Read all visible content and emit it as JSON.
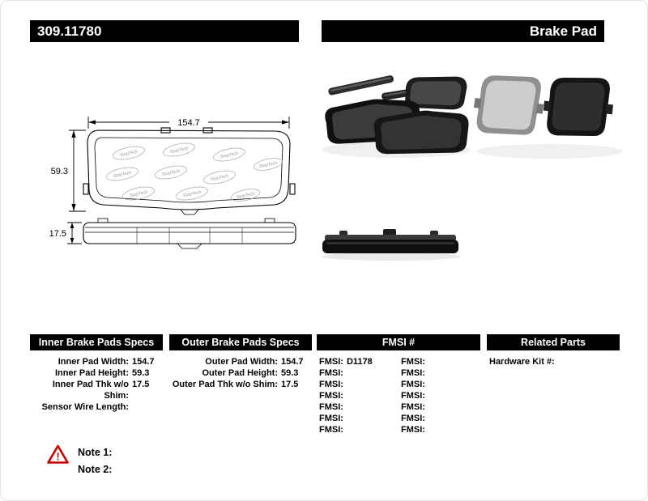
{
  "header": {
    "part_number": "309.11780",
    "product_name": "Brake Pad"
  },
  "diagram": {
    "width": "154.7",
    "height": "59.3",
    "thickness": "17.5",
    "watermark": "StopTech"
  },
  "tables": {
    "inner": {
      "title": "Inner Brake Pads Specs",
      "rows": [
        {
          "label": "Inner Pad Width:",
          "value": "154.7"
        },
        {
          "label": "Inner Pad Height:",
          "value": "59.3"
        },
        {
          "label": "Inner Pad Thk w/o Shim:",
          "value": "17.5"
        },
        {
          "label": "Sensor Wire Length:",
          "value": ""
        }
      ]
    },
    "outer": {
      "title": "Outer Brake Pads Specs",
      "rows": [
        {
          "label": "Outer Pad Width:",
          "value": "154.7"
        },
        {
          "label": "Outer Pad Height:",
          "value": "59.3"
        },
        {
          "label": "Outer Pad Thk w/o Shim:",
          "value": "17.5"
        }
      ]
    },
    "fmsi": {
      "title": "FMSI #",
      "left": [
        {
          "label": "FMSI:",
          "value": "D1178"
        },
        {
          "label": "FMSI:",
          "value": ""
        },
        {
          "label": "FMSI:",
          "value": ""
        },
        {
          "label": "FMSI:",
          "value": ""
        },
        {
          "label": "FMSI:",
          "value": ""
        },
        {
          "label": "FMSI:",
          "value": ""
        },
        {
          "label": "FMSI:",
          "value": ""
        }
      ],
      "right": [
        {
          "label": "FMSI:",
          "value": ""
        },
        {
          "label": "FMSI:",
          "value": ""
        },
        {
          "label": "FMSI:",
          "value": ""
        },
        {
          "label": "FMSI:",
          "value": ""
        },
        {
          "label": "FMSI:",
          "value": ""
        },
        {
          "label": "FMSI:",
          "value": ""
        },
        {
          "label": "FMSI:",
          "value": ""
        }
      ]
    },
    "related": {
      "title": "Related Parts",
      "rows": [
        {
          "label": "Hardware Kit #:",
          "value": ""
        }
      ]
    }
  },
  "notes": {
    "note1": "Note 1:",
    "note2": "Note 2:"
  }
}
